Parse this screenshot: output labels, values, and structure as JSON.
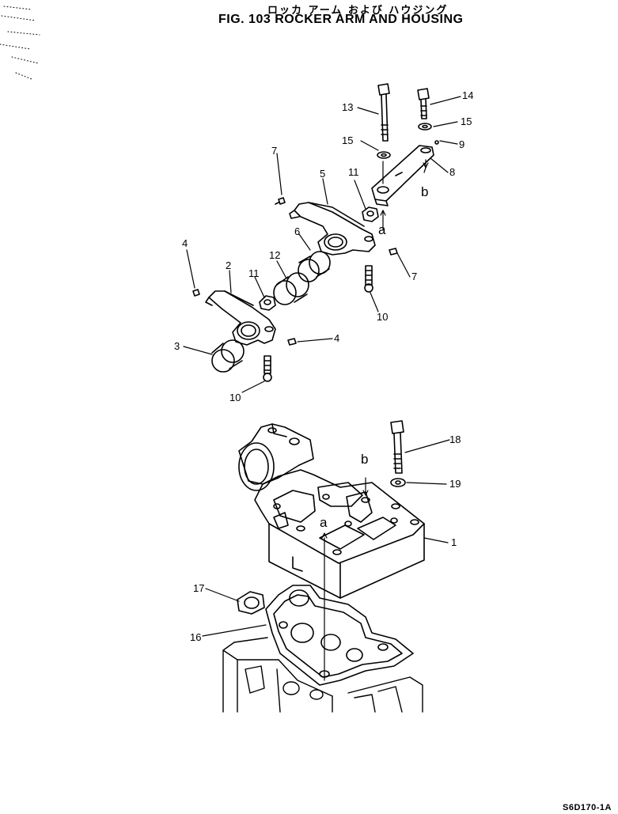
{
  "header": {
    "title_jp": "ロッカ アーム および ハウジング",
    "title": "FIG. 103  ROCKER ARM AND HOUSING"
  },
  "callouts": {
    "c1": "1",
    "c2": "2",
    "c3": "3",
    "c4a": "4",
    "c4b": "4",
    "c5": "5",
    "c6": "6",
    "c7a": "7",
    "c7b": "7",
    "c8": "8",
    "c9": "9",
    "c10a": "10",
    "c10b": "10",
    "c11a": "11",
    "c11b": "11",
    "c12": "12",
    "c13": "13",
    "c14": "14",
    "c15a": "15",
    "c15b": "15",
    "c16": "16",
    "c17": "17",
    "c18": "18",
    "c19": "19",
    "a_top": "a",
    "b_top": "b",
    "a_low": "a",
    "b_low": "b"
  },
  "footer": {
    "ref": "S6D170-1A"
  }
}
